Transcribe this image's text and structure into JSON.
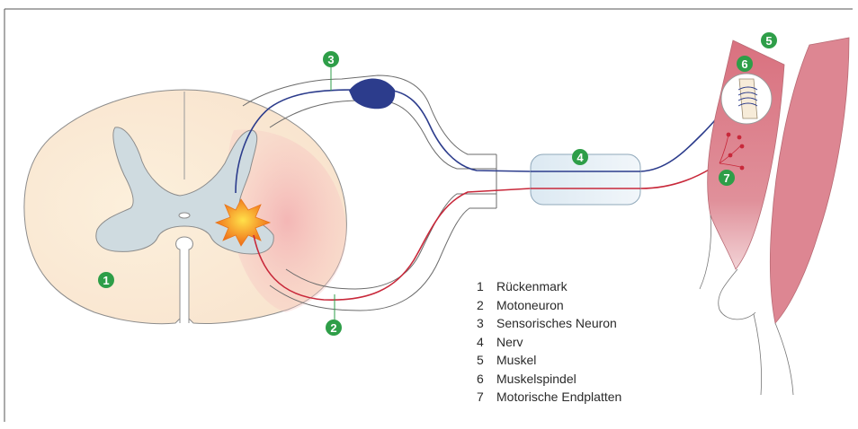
{
  "colors": {
    "marker": "#2e9e48",
    "sensory_neuron": "#2c3c8c",
    "motor_neuron": "#c8283a",
    "muscle": "#d97a86",
    "cord": "#fbe9d4",
    "grey_matter": "#cdd9df",
    "nerve": "#e6f0f6",
    "lesion": "#f29a1e"
  },
  "markers": [
    {
      "id": "1",
      "label": "1"
    },
    {
      "id": "2",
      "label": "2"
    },
    {
      "id": "3",
      "label": "3"
    },
    {
      "id": "4",
      "label": "4"
    },
    {
      "id": "5",
      "label": "5"
    },
    {
      "id": "6",
      "label": "6"
    },
    {
      "id": "7",
      "label": "7"
    }
  ],
  "legend": [
    {
      "num": "1",
      "text": "Rückenmark"
    },
    {
      "num": "2",
      "text": "Motoneuron"
    },
    {
      "num": "3",
      "text": "Sensorisches Neuron"
    },
    {
      "num": "4",
      "text": "Nerv"
    },
    {
      "num": "5",
      "text": "Muskel"
    },
    {
      "num": "6",
      "text": "Muskelspindel"
    },
    {
      "num": "7",
      "text": "Motorische Endplatten"
    }
  ]
}
